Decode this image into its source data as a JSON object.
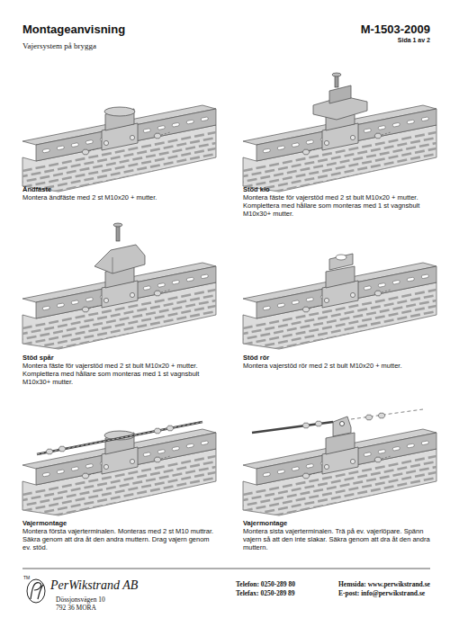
{
  "diagram": {
    "title": "Montageanvisning",
    "labels": [
      "M-1503-2009",
      "Sida 1 av 2",
      "Vajersystem på brygga",
      "Ändfäste",
      "Montera ändfäste med 2 st M10x20 + mutter.",
      "Stöd klo",
      "Montera fäste för vajerstöd med 2 st bult M10x20 + mutter. Komplettera med hållare som monteras med 1 st vagnsbult M10x30+ mutter.",
      "Stöd spår",
      "Montera fäste för vajerstöd med 2 st bult M10x20 + mutter. Komplettera med hållare som monteras med 1 st vagnsbult M10x30+ mutter.",
      "Stöd rör",
      "Montera vajerstöd rör med 2 st bult M10x20 + mutter.",
      "Vajermontage",
      "Montera första vajerterminalen. Monteras med 2 st M10 muttrar. Säkra genom att dra åt den andra muttern. Drag vajern genom ev. stöd.",
      "Vajermontage",
      "Montera sista vajerterminalen. Trä på ev. vajerlöpare. Spänn vajern så att den inte slakar. Säkra genom att dra åt den andra muttern.",
      "TM",
      "PerWikstrand AB",
      "Dössjonsvägen 10",
      "792 36 MORA",
      "Telefon: 0250-289 80",
      "Telefax: 0250-289 89",
      "Hemsida: www.perwikstrand.se",
      "E-post: info@perwikstrand.se"
    ]
  }
}
